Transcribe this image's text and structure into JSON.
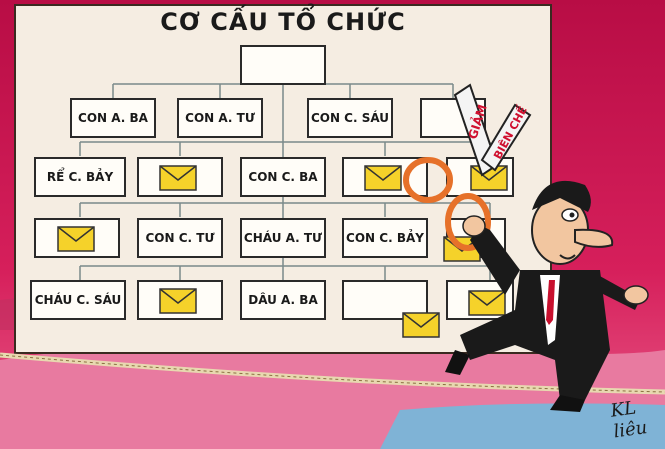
{
  "title": "CƠ CẤU TỔ CHỨC",
  "row1": [
    "CON A. BA",
    "CON A. TƯ",
    "CON C. SÁU",
    ""
  ],
  "row2": [
    "RỂ C. BẢY",
    "",
    "CON C. BA",
    "",
    ""
  ],
  "row3": [
    "",
    "CON C. TƯ",
    "CHÁU A. TƯ",
    "CON C. BẢY",
    ""
  ],
  "row4": [
    "CHÁU C. SÁU",
    "",
    "DÂU A. BA",
    "",
    ""
  ],
  "scissors_text": {
    "blade1": "GIẢM",
    "blade2": "BIÊN CHẾ"
  },
  "signature": "KL liêu",
  "colors": {
    "background": "#c8104a",
    "board": "#f5ede2",
    "envelope": "#f5d22a",
    "suit": "#1a1a1a",
    "tie": "#c8102e"
  }
}
